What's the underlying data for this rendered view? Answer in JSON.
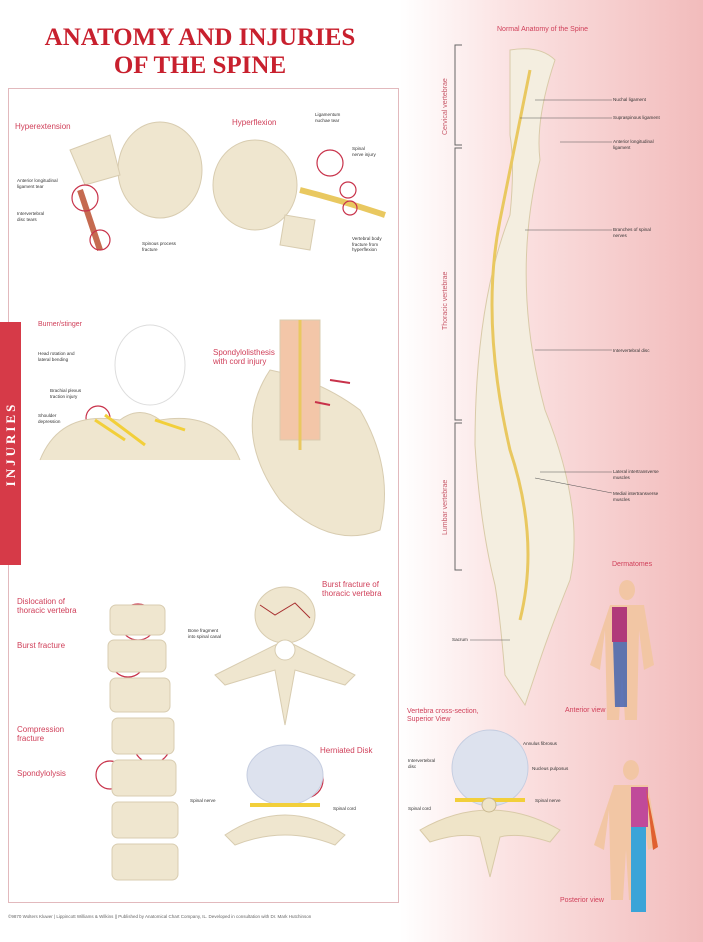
{
  "title": {
    "line1": "ANATOMY AND INJURIES",
    "line2": "OF THE SPINE"
  },
  "side_tab": "INJURIES",
  "injuries": {
    "hyperextension": {
      "title": "Hyperextension",
      "labels": [
        "Anterior longitudinal\nligament tear",
        "Intervertebral\ndisc tears",
        "Spinous process\nfracture"
      ]
    },
    "hyperflexion": {
      "title": "Hyperflexion",
      "labels": [
        "Ligamentum\nnuchae tear",
        "Spinal\nnerve injury",
        "Vertebral body\nfracture from\nhyperflexion"
      ]
    },
    "burner": {
      "title": "Burner/stinger",
      "labels": [
        "Head rotation and\nlateral bending",
        "Brachial plexus\ntraction injury",
        "Shoulder\ndepression"
      ]
    },
    "spondylolisthesis": {
      "title": "Spondylolisthesis\nwith cord injury"
    },
    "spine_injuries": {
      "labels": [
        "Dislocation of\nthoracic vertebra",
        "Burst fracture",
        "Compression\nfracture",
        "Spondylolysis"
      ]
    },
    "burst_vertebra": {
      "title": "Burst fracture of\nthoracic vertebra",
      "labels": [
        "Bone fragment\ninto spinal canal"
      ]
    },
    "herniated": {
      "title": "Herniated Disk",
      "labels": [
        "Spinal nerve",
        "Spinal cord"
      ]
    }
  },
  "normal": {
    "title": "Normal Anatomy of the Spine",
    "regions": [
      "Cervical vertebrae",
      "Thoracic vertebrae",
      "Lumbar vertebrae"
    ],
    "labels": [
      "Nuchal ligament",
      "Supraspinous ligament",
      "Anterior longitudinal\nligament",
      "Branches of spinal\nnerves",
      "Intervertebral disc",
      "Lateral intertransverse\nmuscles",
      "Medial intertransverse\nmuscles",
      "Sacrum"
    ]
  },
  "dermatomes": {
    "title": "Dermatomes",
    "anterior": "Anterior view",
    "posterior": "Posterior view"
  },
  "cross_section": {
    "title": "Vertebra cross-section,\nSuperior View",
    "labels": [
      "Annulus fibrosus",
      "Nucleus pulposus",
      "Intervertebral\ndisc",
      "Spinal nerve",
      "Spinal cord"
    ]
  },
  "footer": "©9870  Wolters Kluwer | Lippincott Williams & Wilkins  ||  Published by Anatomical Chart Company, IL.  Developed in consultation with Dr. Mark Hutchinson",
  "colors": {
    "accent": "#c8202e",
    "bone": "#efe4c8",
    "nerve": "#f2cf3a",
    "tab": "#d63a48"
  }
}
